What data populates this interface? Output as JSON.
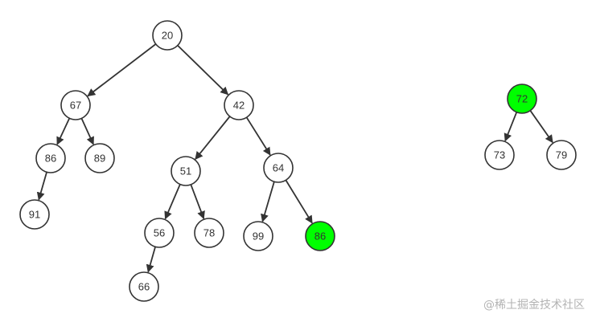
{
  "nodes": [
    {
      "id": "n20",
      "label": "20",
      "highlighted": false
    },
    {
      "id": "n67",
      "label": "67",
      "highlighted": false
    },
    {
      "id": "n42",
      "label": "42",
      "highlighted": false
    },
    {
      "id": "n86a",
      "label": "86",
      "highlighted": false
    },
    {
      "id": "n89",
      "label": "89",
      "highlighted": false
    },
    {
      "id": "n91",
      "label": "91",
      "highlighted": false
    },
    {
      "id": "n51",
      "label": "51",
      "highlighted": false
    },
    {
      "id": "n64",
      "label": "64",
      "highlighted": false
    },
    {
      "id": "n56",
      "label": "56",
      "highlighted": false
    },
    {
      "id": "n78",
      "label": "78",
      "highlighted": false
    },
    {
      "id": "n66",
      "label": "66",
      "highlighted": false
    },
    {
      "id": "n99",
      "label": "99",
      "highlighted": false
    },
    {
      "id": "n86b",
      "label": "86",
      "highlighted": true
    },
    {
      "id": "n72",
      "label": "72",
      "highlighted": true
    },
    {
      "id": "n73",
      "label": "73",
      "highlighted": false
    },
    {
      "id": "n79",
      "label": "79",
      "highlighted": false
    }
  ],
  "edges": [
    [
      "n20",
      "n67"
    ],
    [
      "n20",
      "n42"
    ],
    [
      "n67",
      "n86a"
    ],
    [
      "n67",
      "n89"
    ],
    [
      "n86a",
      "n91"
    ],
    [
      "n42",
      "n51"
    ],
    [
      "n42",
      "n64"
    ],
    [
      "n51",
      "n56"
    ],
    [
      "n51",
      "n78"
    ],
    [
      "n56",
      "n66"
    ],
    [
      "n64",
      "n99"
    ],
    [
      "n64",
      "n86b"
    ],
    [
      "n72",
      "n73"
    ],
    [
      "n72",
      "n79"
    ]
  ],
  "colors": {
    "highlight": "#00ff00",
    "node_fill": "#ffffff",
    "stroke": "#333333"
  },
  "watermark": "@稀土掘金技术社区"
}
